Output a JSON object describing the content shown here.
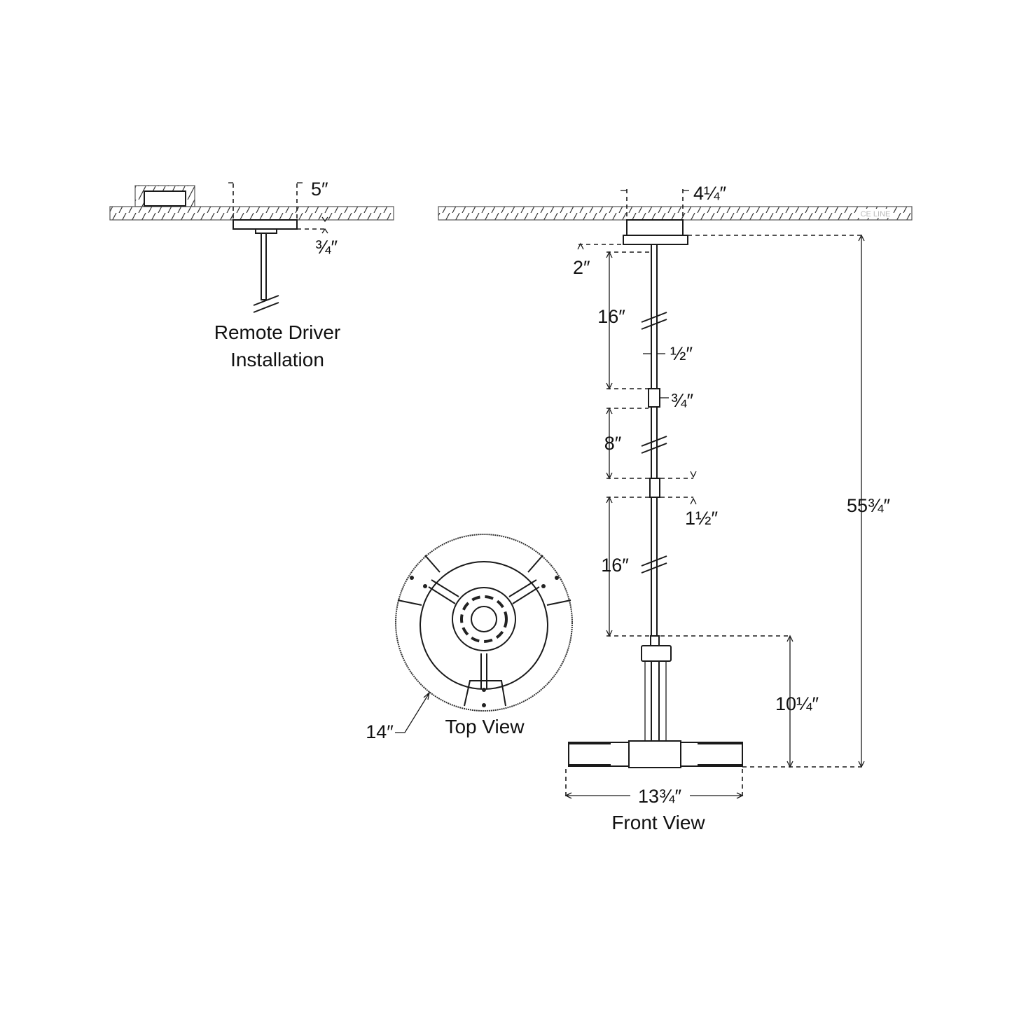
{
  "remote_driver": {
    "label_line1": "Remote Driver",
    "label_line2": "Installation",
    "dim_width": "5″",
    "dim_depth": "¾″"
  },
  "front_view": {
    "label": "Front View",
    "dim_canopy_width": "4¼″",
    "dim_canopy_height": "2″",
    "dim_rod1": "16″",
    "dim_rod_dia": "½″",
    "dim_coupler1": "¾″",
    "dim_rod2": "8″",
    "dim_coupler2": "1½″",
    "dim_rod3": "16″",
    "dim_body_height": "10¼″",
    "dim_overall_height": "55¾″",
    "dim_width": "13¾″",
    "ceiling_watermark": "CE LINE"
  },
  "top_view": {
    "label": "Top View",
    "dim_diameter": "14″"
  }
}
